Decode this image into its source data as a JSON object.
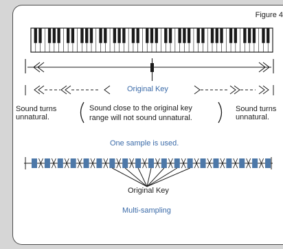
{
  "figure_label": "Figure 4",
  "labels": {
    "original_key_top": "Original Key",
    "sound_turns_left_line1": "Sound turns",
    "sound_turns_left_line2": "unnatural.",
    "sound_turns_right_line1": "Sound turns",
    "sound_turns_right_line2": "unnatural.",
    "close_line1": "Sound close to the original key",
    "close_line2": "range will not sound unnatural.",
    "one_sample": "One sample is used.",
    "original_key_bottom": "Original Key",
    "multi_sampling": "Multi-sampling"
  },
  "colors": {
    "accent_blue": "#3a6aa8",
    "block_blue": "#4d78a8",
    "background": "#d6d6d6",
    "panel": "#ffffff"
  }
}
